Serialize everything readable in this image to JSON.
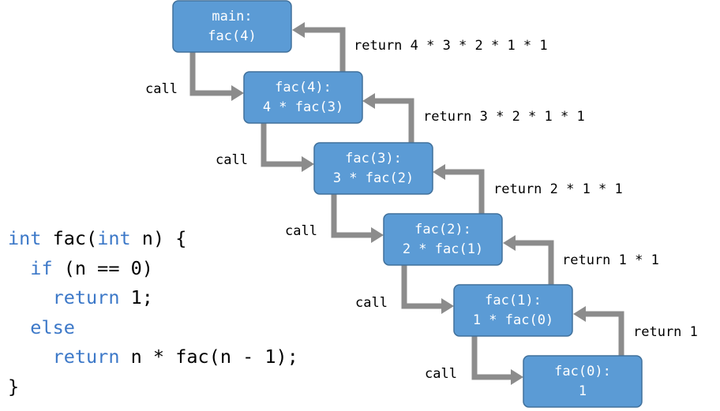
{
  "frames": [
    {
      "line1": "main:",
      "line2": "fac(4)"
    },
    {
      "line1": "fac(4):",
      "line2": "4 * fac(3)"
    },
    {
      "line1": "fac(3):",
      "line2": "3 * fac(2)"
    },
    {
      "line1": "fac(2):",
      "line2": "2 * fac(1)"
    },
    {
      "line1": "fac(1):",
      "line2": "1 * fac(0)"
    },
    {
      "line1": "fac(0):",
      "line2": "1"
    }
  ],
  "calls": [
    "call",
    "call",
    "call",
    "call",
    "call"
  ],
  "returns": [
    "return 4 * 3 * 2 * 1 * 1",
    "return 3 * 2 * 1 * 1",
    "return 2 * 1 * 1",
    "return 1 * 1",
    "return 1"
  ],
  "code": {
    "line1": {
      "t1": "int",
      "t2": " fac(",
      "t3": "int",
      "t4": " n) {"
    },
    "line2": {
      "t1": "  ",
      "t2": "if",
      "t3": " (n == 0)"
    },
    "line3": {
      "t1": "    ",
      "t2": "return",
      "t3": " 1;"
    },
    "line4": {
      "t1": "  ",
      "t2": "else"
    },
    "line5": {
      "t1": "    ",
      "t2": "return",
      "t3": " n * fac(n - 1);"
    },
    "line6": {
      "t1": "}"
    }
  },
  "colors": {
    "frame_fill": "#5b9bd5",
    "frame_border": "#41719c",
    "arrow": "#8c8c8c",
    "keyword": "#3c78c8"
  }
}
